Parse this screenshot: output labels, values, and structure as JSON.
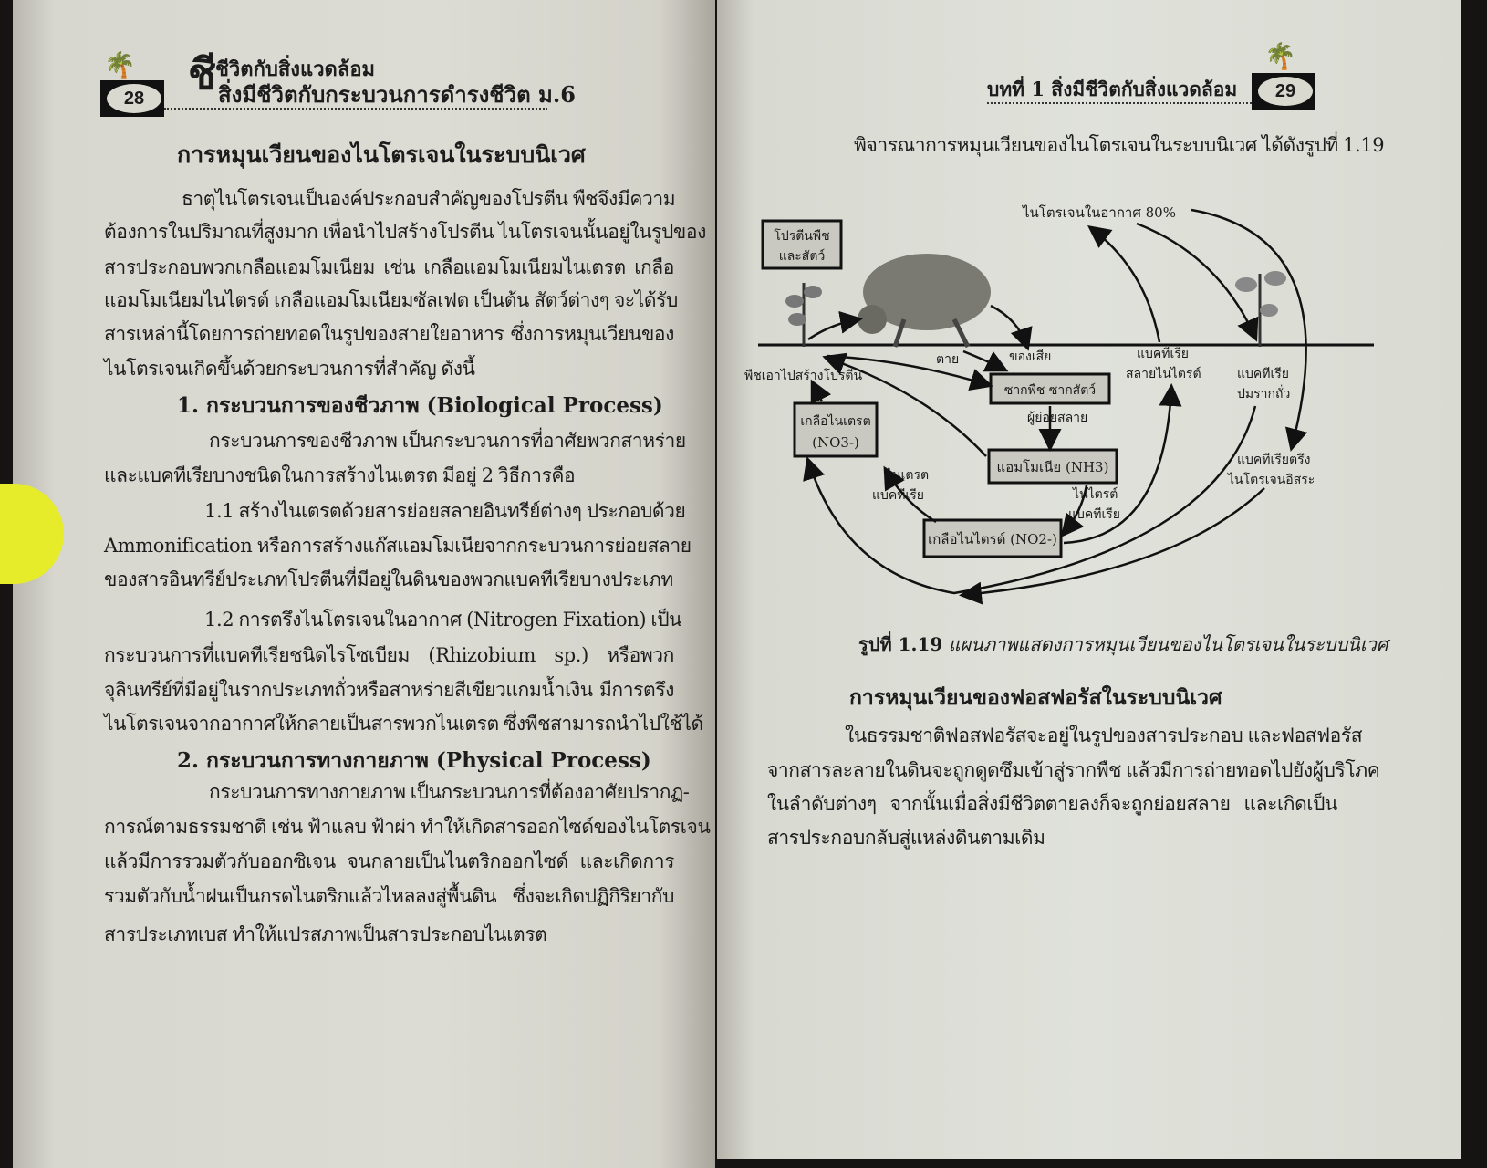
{
  "left_page": {
    "page_number": "28",
    "header_line1": "ชีวิตกับสิ่งแวดล้อม",
    "header_big_char": "ชี",
    "header_line2": "สิ่งมีชีวิตกับกระบวนการดำรงชีวิต ม.6",
    "title": "การหมุนเวียนของไนโตรเจนในระบบนิเวศ",
    "intro_lines": [
      "ธาตุไนโตรเจนเป็นองค์ประกอบสำคัญของโปรตีน พืชจึงมีความ",
      "ต้องการในปริมาณที่สูงมาก เพื่อนำไปสร้างโปรตีน ไนโตรเจนนั้นอยู่ในรูปของ",
      "สารประกอบพวกเกลือแอมโมเนียม เช่น เกลือแอมโมเนียมไนเตรต เกลือ",
      "แอมโมเนียมไนไตรต์ เกลือแอมโมเนียมซัลเฟต เป็นต้น สัตว์ต่างๆ จะได้รับ",
      "สารเหล่านี้โดยการถ่ายทอดในรูปของสายใยอาหาร ซึ่งการหมุนเวียนของ",
      "ไนโตรเจนเกิดขึ้นด้วยกระบวนการที่สำคัญ ดังนี้"
    ],
    "section1_heading": "1. กระบวนการของชีวภาพ (Biological Process)",
    "section1_lines": [
      "กระบวนการของชีวภาพ เป็นกระบวนการที่อาศัยพวกสาหร่าย",
      "และแบคทีเรียบางชนิดในการสร้างไนเตรต มีอยู่ 2 วิธีการคือ"
    ],
    "sub11_lines": [
      "1.1 สร้างไนเตรตด้วยสารย่อยสลายอินทรีย์ต่างๆ ประกอบด้วย",
      "Ammonification หรือการสร้างแก๊สแอมโมเนียจากกระบวนการย่อยสลาย",
      "ของสารอินทรีย์ประเภทโปรตีนที่มีอยู่ในดินของพวกแบคทีเรียบางประเภท"
    ],
    "sub12_lines": [
      "1.2 การตรึงไนโตรเจนในอากาศ (Nitrogen Fixation) เป็น",
      "กระบวนการที่แบคทีเรียชนิดไรโซเบียม (Rhizobium sp.) หรือพวก",
      "จุลินทรีย์ที่มีอยู่ในรากประเภทถั่วหรือสาหร่ายสีเขียวแกมน้ำเงิน มีการตรึง",
      "ไนโตรเจนจากอากาศให้กลายเป็นสารพวกไนเตรต ซึ่งพืชสามารถนำไปใช้ได้"
    ],
    "section2_heading": "2. กระบวนการทางกายภาพ (Physical Process)",
    "section2_lines": [
      "กระบวนการทางกายภาพ เป็นกระบวนการที่ต้องอาศัยปรากฏ-",
      "การณ์ตามธรรมชาติ เช่น ฟ้าแลบ ฟ้าผ่า ทำให้เกิดสารออกไซด์ของไนโตรเจน",
      "แล้วมีการรวมตัวกับออกซิเจน จนกลายเป็นไนตริกออกไซด์ และเกิดการ",
      "รวมตัวกับน้ำฝนเป็นกรดไนตริกแล้วไหลลงสู่พื้นดิน ซึ่งจะเกิดปฏิกิริยากับ",
      "สารประเภทเบส ทำให้แปรสภาพเป็นสารประกอบไนเตรต"
    ]
  },
  "right_page": {
    "page_number": "29",
    "header": "บทที่ 1 สิ่งมีชีวิตกับสิ่งแวดล้อม",
    "intro": "พิจารณาการหมุนเวียนของไนโตรเจนในระบบนิเวศ ได้ดังรูปที่ 1.19",
    "diagram": {
      "air_nitrogen": "ไนโตรเจนในอากาศ 80%",
      "protein_box": [
        "โปรตีนพืช",
        "และสัตว์"
      ],
      "plant_protein": "พืชเอาไปสร้างโปรตีน",
      "dead": "ตาย",
      "waste": "ของเสีย",
      "denitrify_bacteria": [
        "แบคทีเรีย",
        "สลายไนไตรต์"
      ],
      "nodule_bacteria": [
        "แบคทีเรีย",
        "ปมรากถั่ว"
      ],
      "fixing_bacteria": [
        "แบคทีเรียตรึง",
        "ไนโตรเจนอิสระ"
      ],
      "carcass_box": "ซากพืช ซากสัตว์",
      "decomposer": "ผู้ย่อยสลาย",
      "nitrate_box": [
        "เกลือไนเตรต",
        "(NO3-)"
      ],
      "ammonia_box": "แอมโมเนีย (NH3)",
      "nitrate_bacteria": [
        "ไนเตรต",
        "แบคทีเรีย"
      ],
      "nitrite_bacteria": [
        "ไนไตรต์",
        "แบคทีเรีย"
      ],
      "nitrite_box": "เกลือไนไตรต์ (NO2-)"
    },
    "caption_label": "รูปที่ 1.19",
    "caption_text": "แผนภาพแสดงการหมุนเวียนของไนโตรเจนในระบบนิเวศ",
    "section_heading": "การหมุนเวียนของฟอสฟอรัสในระบบนิเวศ",
    "section_lines": [
      "ในธรรมชาติฟอสฟอรัสจะอยู่ในรูปของสารประกอบ และฟอสฟอรัส",
      "จากสารละลายในดินจะถูกดูดซึมเข้าสู่รากพืช แล้วมีการถ่ายทอดไปยังผู้บริโภค",
      "ในลำดับต่างๆ จากนั้นเมื่อสิ่งมีชีวิตตายลงก็จะถูกย่อยสลาย และเกิดเป็น",
      "สารประกอบกลับสู่แหล่งดินตามเดิม"
    ]
  },
  "colors": {
    "paper": "#dcdcd4",
    "ink": "#1c1c1c",
    "box_fill": "#c9c9c1",
    "tab": "#e7ec2a"
  }
}
